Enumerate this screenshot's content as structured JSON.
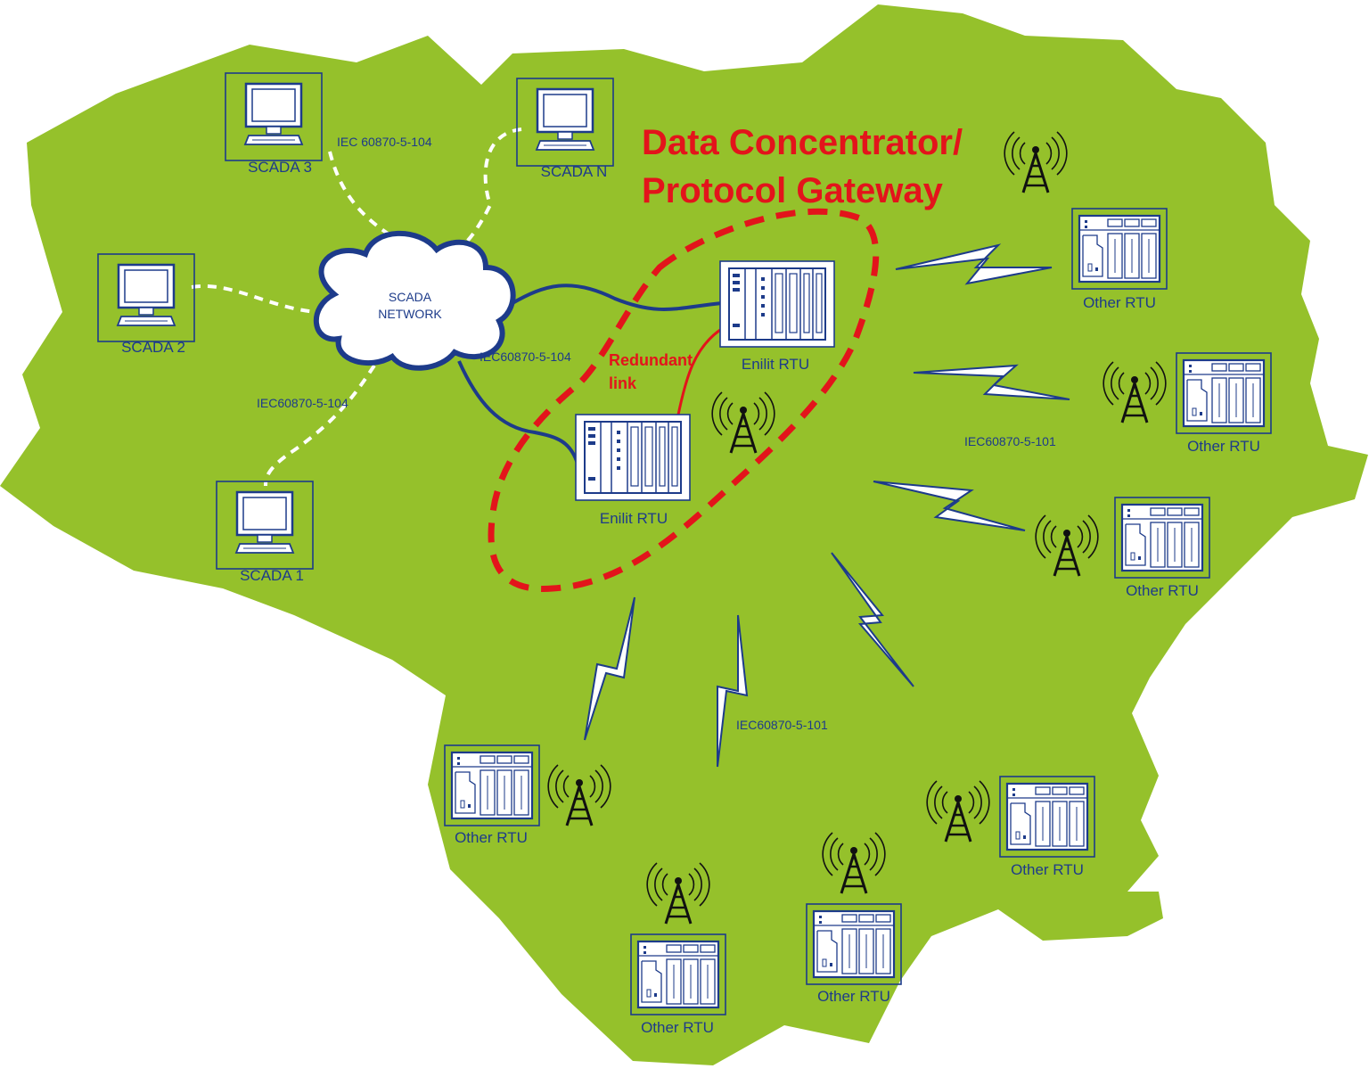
{
  "title": {
    "line1": "Data Concentrator/",
    "line2": "Protocol Gateway"
  },
  "network": {
    "cloud_line1": "SCADA",
    "cloud_line2": "NETWORK"
  },
  "scada": [
    {
      "id": "scada-3",
      "label": "SCADA 3"
    },
    {
      "id": "scada-n",
      "label": "SCADA N"
    },
    {
      "id": "scada-2",
      "label": "SCADA 2"
    },
    {
      "id": "scada-1",
      "label": "SCADA 1"
    }
  ],
  "enilit": [
    {
      "id": "enilit-top",
      "label": "Enilit RTU"
    },
    {
      "id": "enilit-bottom",
      "label": "Enilit RTU"
    }
  ],
  "redundant": {
    "line1": "Redundant",
    "line2": "link"
  },
  "protocols": {
    "p104_scada3": "IEC 60870-5-104",
    "p104_enilit": "IEC60870-5-104",
    "p104_scada1": "IEC60870-5-104",
    "p101_right": "IEC60870-5-101",
    "p101_bottom": "IEC60870-5-101"
  },
  "other_rtu": [
    {
      "id": "rtu-r1",
      "label": "Other RTU"
    },
    {
      "id": "rtu-r2",
      "label": "Other RTU"
    },
    {
      "id": "rtu-r3",
      "label": "Other RTU"
    },
    {
      "id": "rtu-b1",
      "label": "Other RTU"
    },
    {
      "id": "rtu-b2",
      "label": "Other RTU"
    },
    {
      "id": "rtu-b3",
      "label": "Other RTU"
    },
    {
      "id": "rtu-b4",
      "label": "Other RTU"
    }
  ],
  "colors": {
    "land": "#95c12b",
    "accent_red": "#e3141b",
    "line_blue": "#1d3b8a"
  }
}
